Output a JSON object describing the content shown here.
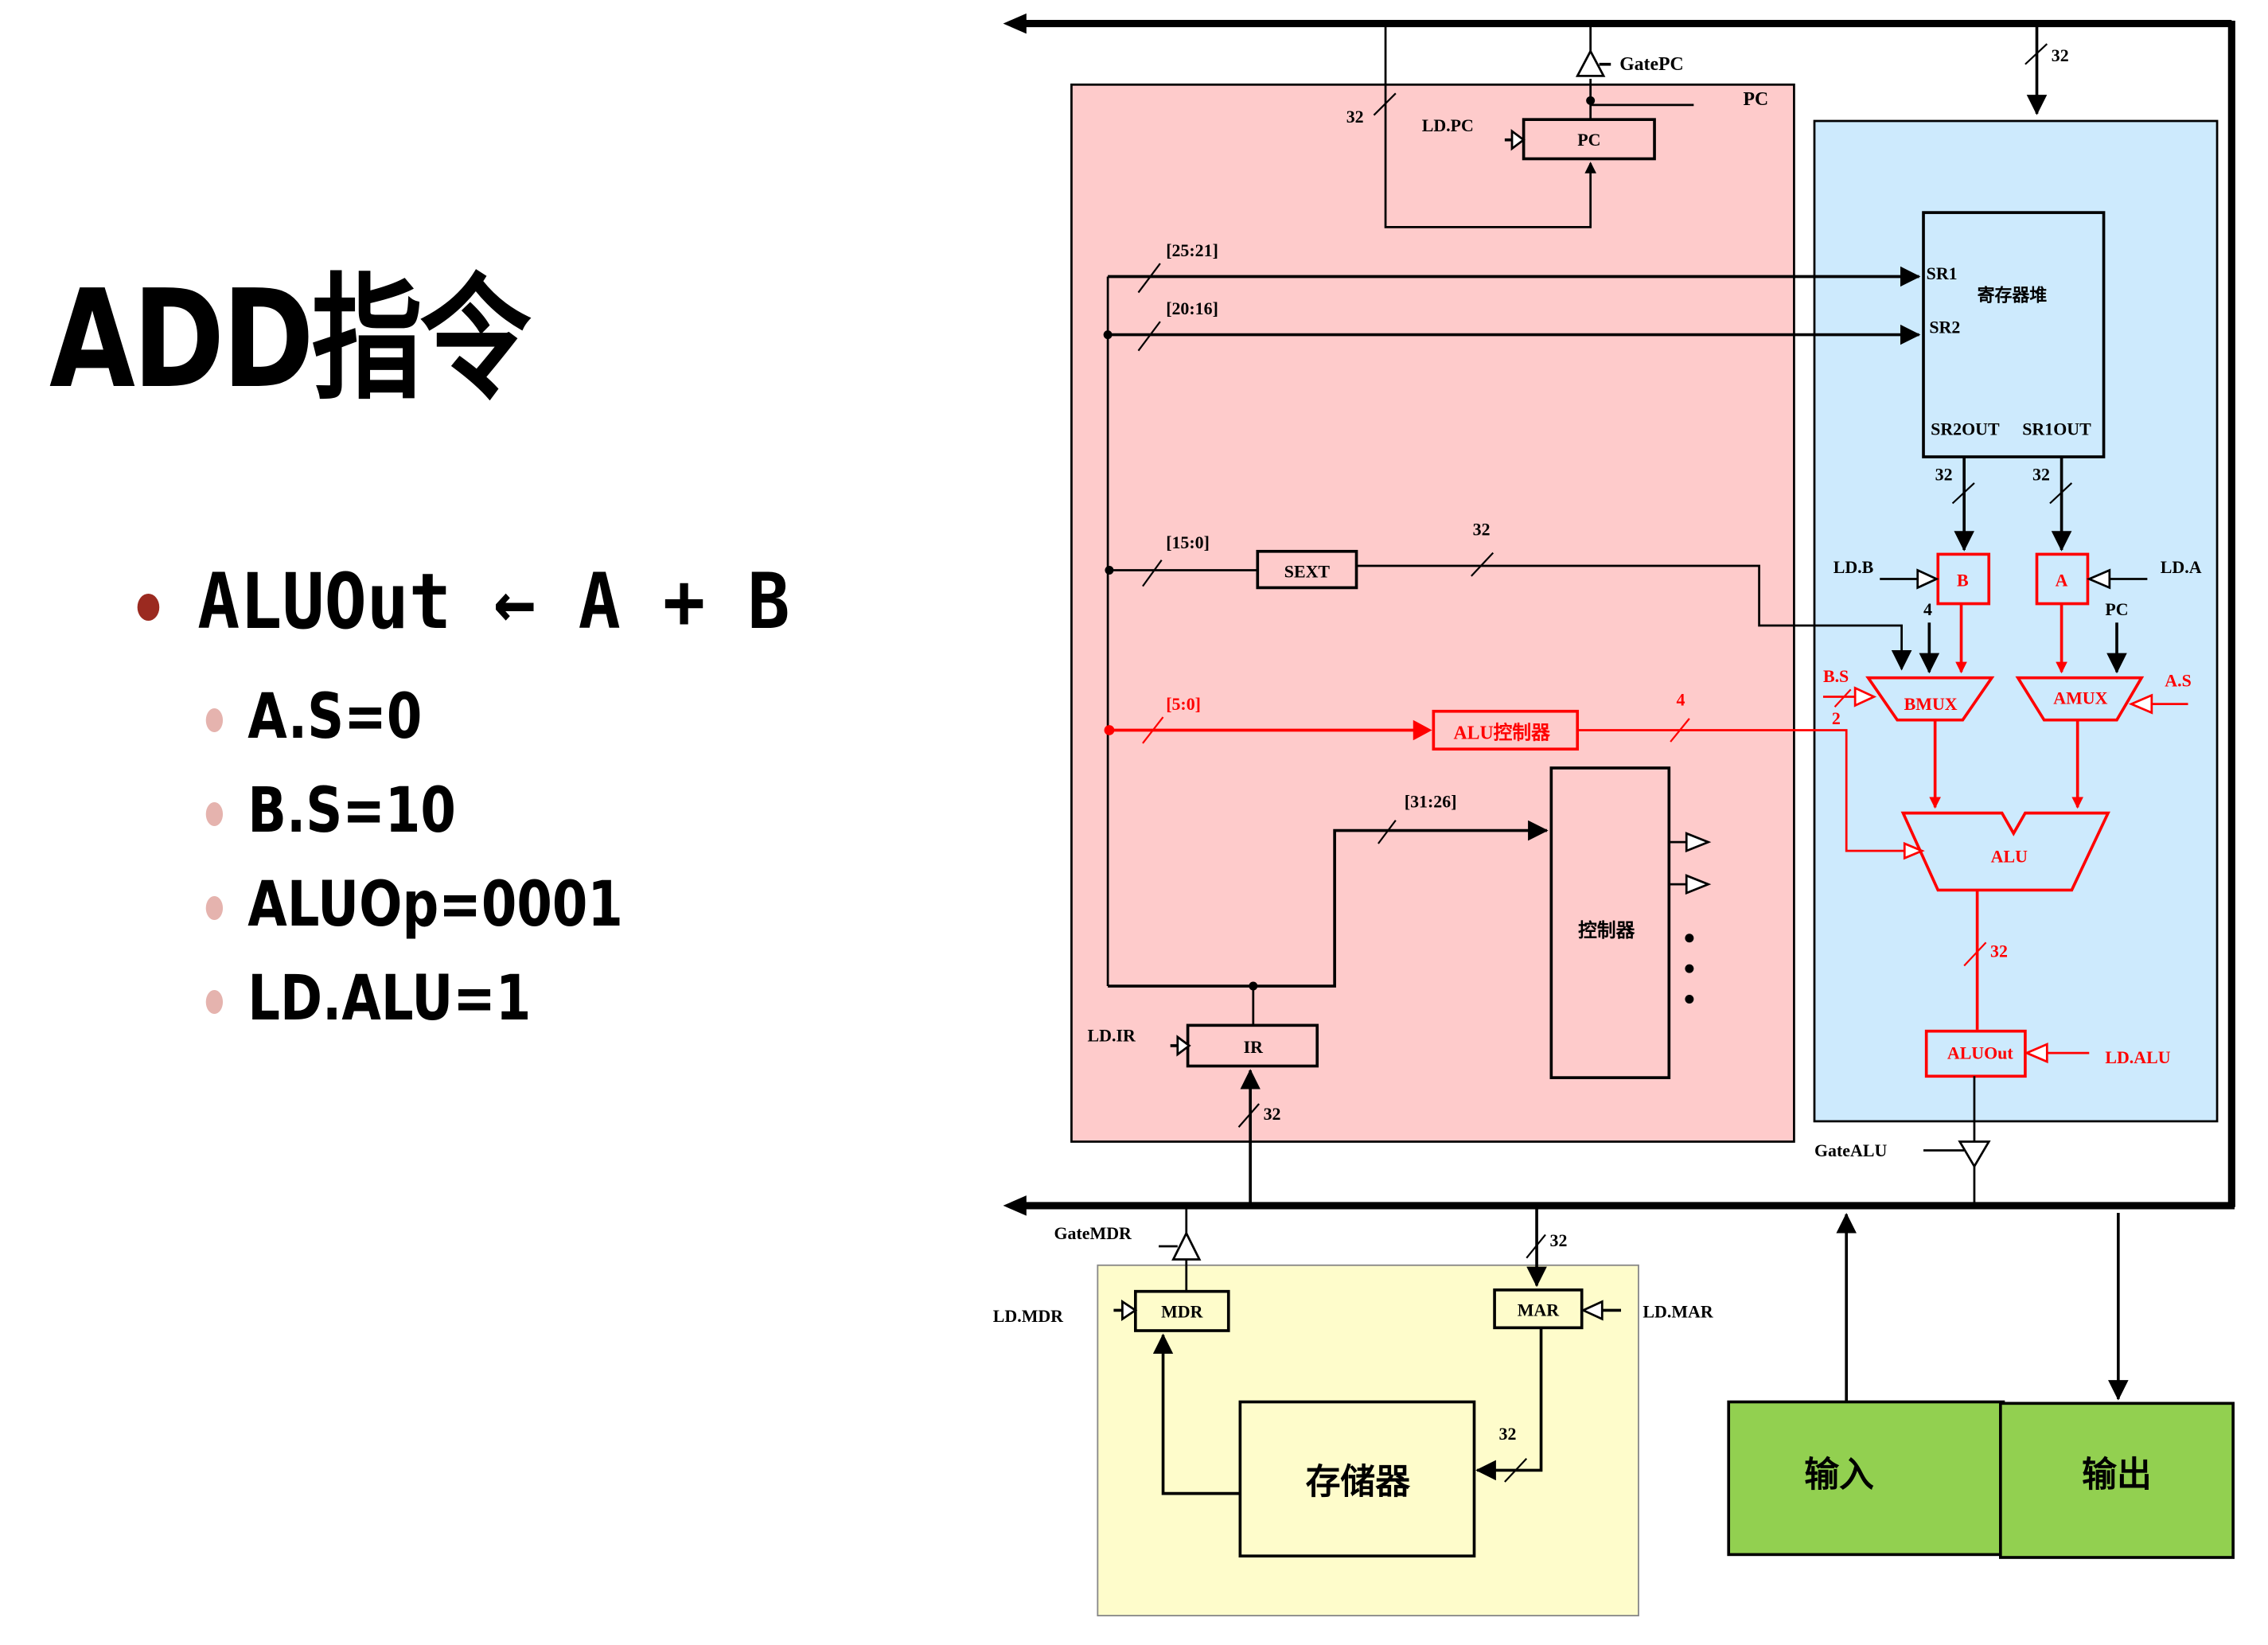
{
  "slide": {
    "title": "ADD指令",
    "main_bullet": "ALUOut ← A + B",
    "sub_bullets": [
      "A.S=0",
      "B.S=10",
      "ALUOp=0001",
      "LD.ALU=1"
    ]
  },
  "colors": {
    "active_path": "#ff0000",
    "control_unit_bg": "#fecbcb",
    "datapath_bg": "#cdeafd",
    "memory_bg": "#fefccb",
    "io_bg": "#92d050",
    "main_bullet_dot": "#9b2a20",
    "sub_bullet_dot": "#e5b3ae"
  },
  "diagram": {
    "gate_pc": "GatePC",
    "pc_label": "PC",
    "pc_reg": "PC",
    "ld_pc": "LD.PC",
    "width_32": "32",
    "ir_field_25_21": "[25:21]",
    "ir_field_20_16": "[20:16]",
    "ir_field_15_0": "[15:0]",
    "ir_field_5_0": "[5:0]",
    "ir_field_31_26": "[31:26]",
    "sext": "SEXT",
    "alu_ctrl": "ALU控制器",
    "alu_ctrl_width": "4",
    "controller": "控制器",
    "ir": "IR",
    "ld_ir": "LD.IR",
    "regfile": "寄存器堆",
    "sr1": "SR1",
    "sr2": "SR2",
    "sr2out": "SR2OUT",
    "sr1out": "SR1OUT",
    "reg_b": "B",
    "reg_a": "A",
    "ld_b": "LD.B",
    "ld_a": "LD.A",
    "bmux_const": "4",
    "amux_pc": "PC",
    "bs": "B.S",
    "bs_width": "2",
    "as": "A.S",
    "bmux": "BMUX",
    "amux": "AMUX",
    "alu": "ALU",
    "aluout": "ALUOut",
    "ld_alu": "LD.ALU",
    "gate_alu": "GateALU",
    "gate_mdr": "GateMDR",
    "mdr": "MDR",
    "mar": "MAR",
    "ld_mdr": "LD.MDR",
    "ld_mar": "LD.MAR",
    "memory": "存储器",
    "input": "输入",
    "output": "输出"
  }
}
